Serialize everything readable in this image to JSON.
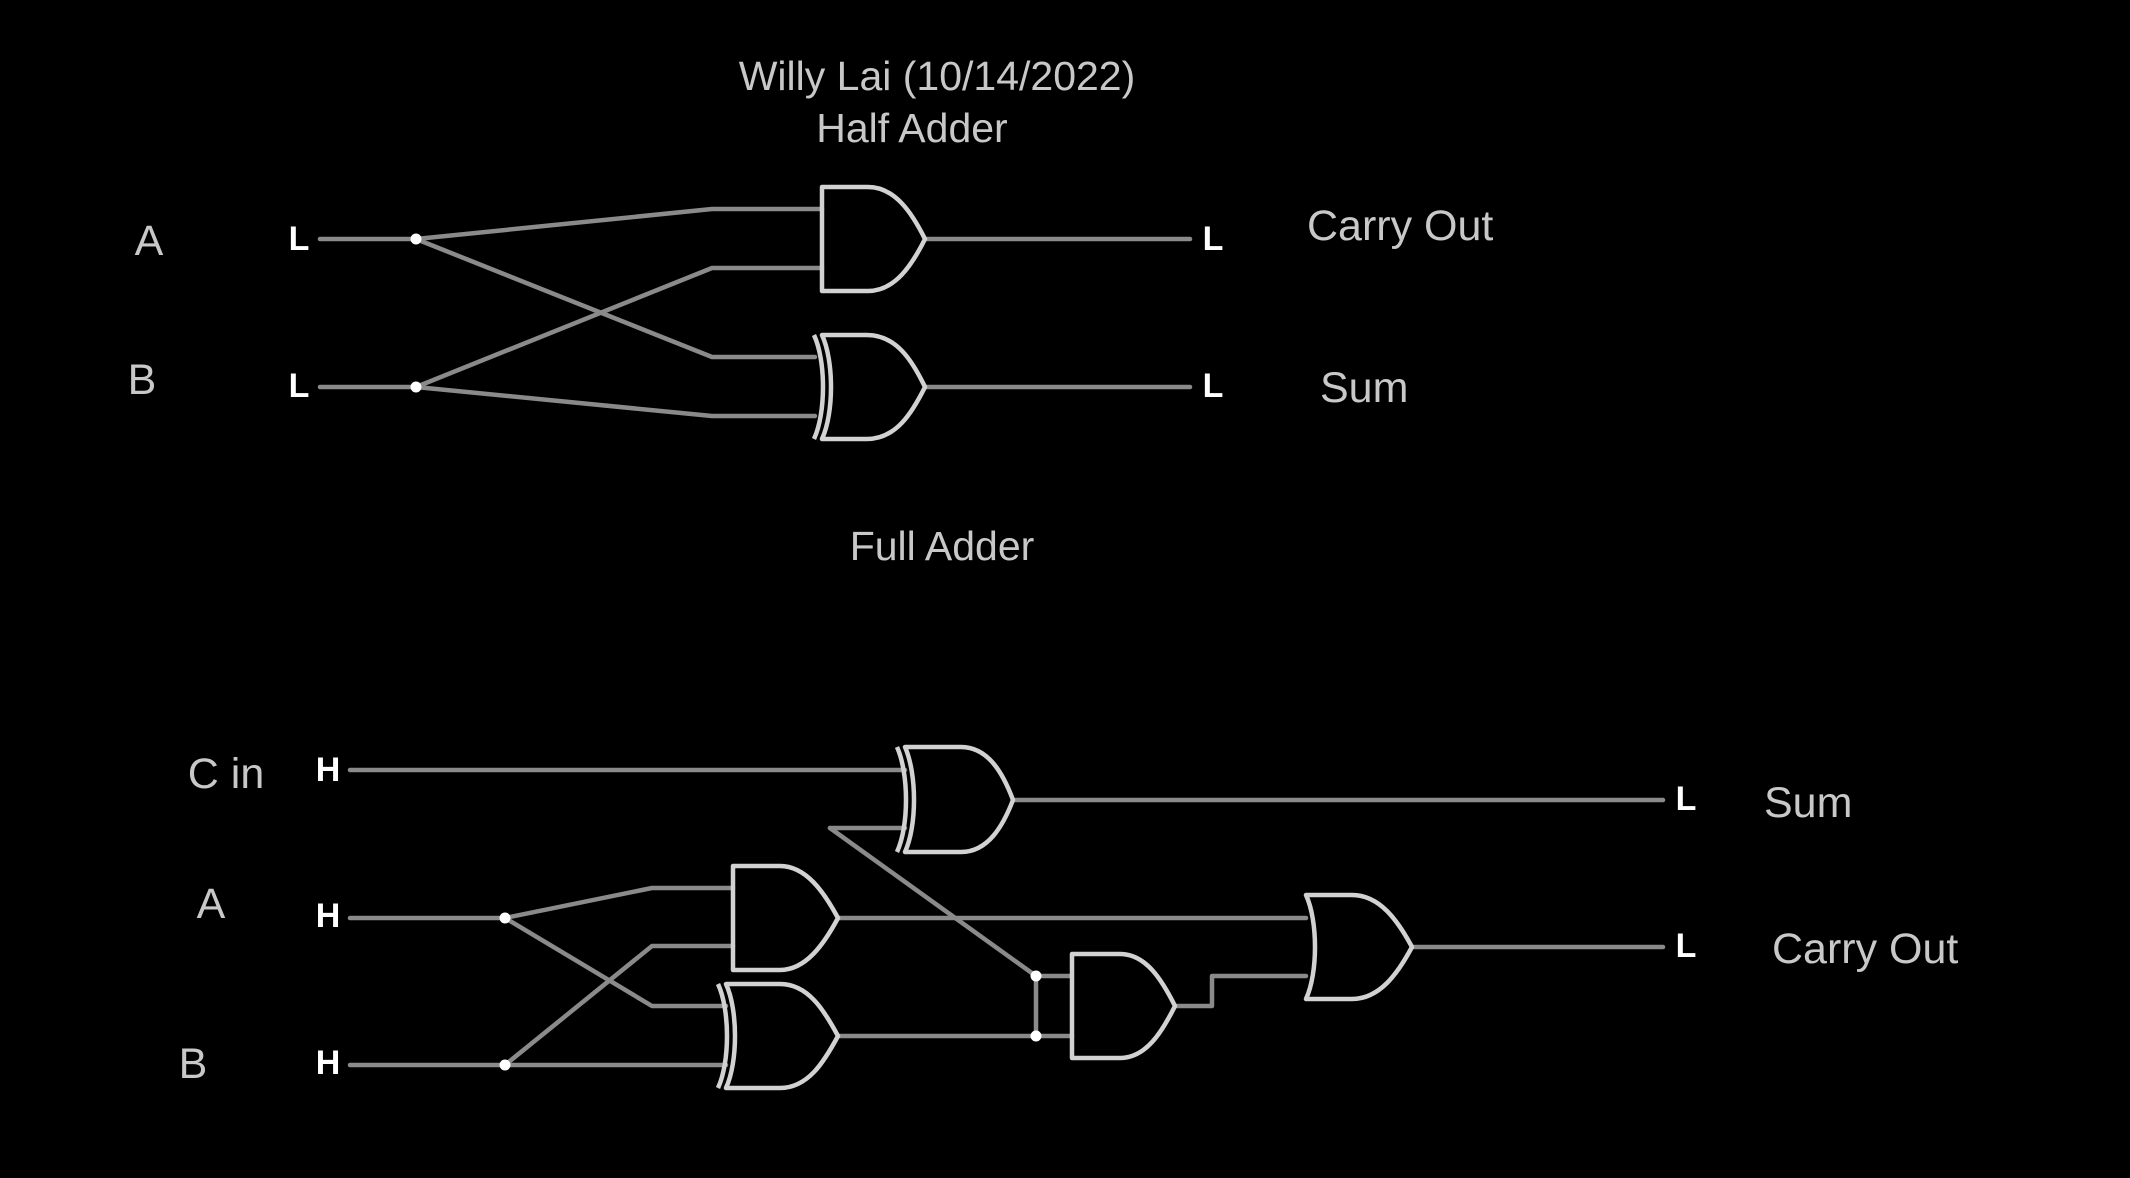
{
  "title": {
    "author": "Willy Lai (10/14/2022)",
    "half_adder": "Half Adder",
    "full_adder": "Full Adder"
  },
  "half_adder": {
    "inputs": [
      {
        "name": "A",
        "state": "L"
      },
      {
        "name": "B",
        "state": "L"
      }
    ],
    "outputs": [
      {
        "name": "Carry Out",
        "state": "L"
      },
      {
        "name": "Sum",
        "state": "L"
      }
    ],
    "gates": [
      "AND",
      "XOR"
    ]
  },
  "full_adder": {
    "inputs": [
      {
        "name": "C in",
        "state": "H"
      },
      {
        "name": "A",
        "state": "H"
      },
      {
        "name": "B",
        "state": "H"
      }
    ],
    "outputs": [
      {
        "name": "Sum",
        "state": "L"
      },
      {
        "name": "Carry Out",
        "state": "L"
      }
    ],
    "gates": [
      "XOR",
      "AND",
      "XOR",
      "AND",
      "OR"
    ]
  },
  "colors": {
    "background": "#000000",
    "wire": "#8a8a8a",
    "gate_outline": "#d2d2d2",
    "label_text": "#c8c8c8",
    "state_text": "#ffffff"
  }
}
